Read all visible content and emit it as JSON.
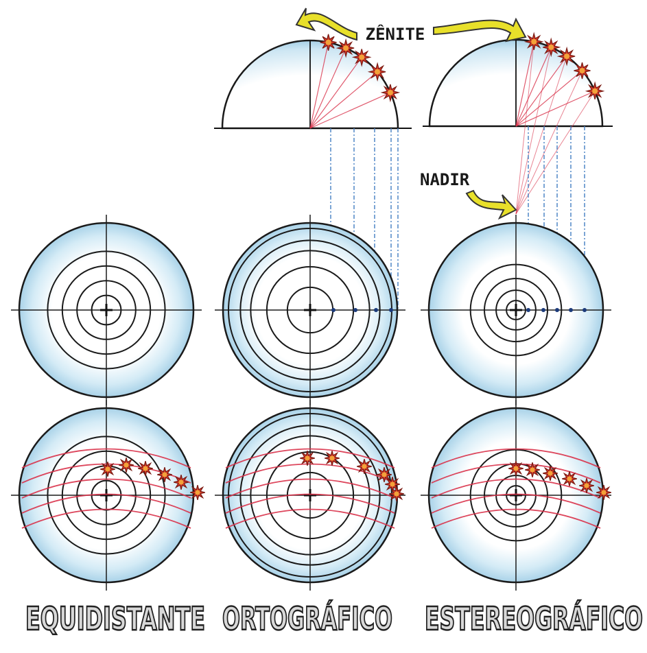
{
  "labels": {
    "zenith": "ZÊNITE",
    "nadir": "NADIR"
  },
  "projections": [
    {
      "id": "equidistante",
      "title": "EQUIDISTANTE",
      "spacing": "uniform",
      "rings": 5,
      "stars": 6
    },
    {
      "id": "ortografico",
      "title": "ORTOGRÁFICO",
      "spacing": "compressed-at-edge",
      "rings": 5,
      "stars": 6
    },
    {
      "id": "estereografico",
      "title": "ESTEREOGRÁFICO",
      "spacing": "expanded-at-edge",
      "rings": 5,
      "stars": 6
    }
  ],
  "colors": {
    "sphere_fill": "#cfe7f3",
    "sphere_edge": "#9fcbe2",
    "ring": "#1a1a1a",
    "sun_path": "#d9324a",
    "star": "#d43a2a",
    "star_core": "#f2a23a",
    "projection_line": "#4f86c6",
    "arrow": "#e8e02a",
    "title_fill": "#d8d8d8"
  }
}
